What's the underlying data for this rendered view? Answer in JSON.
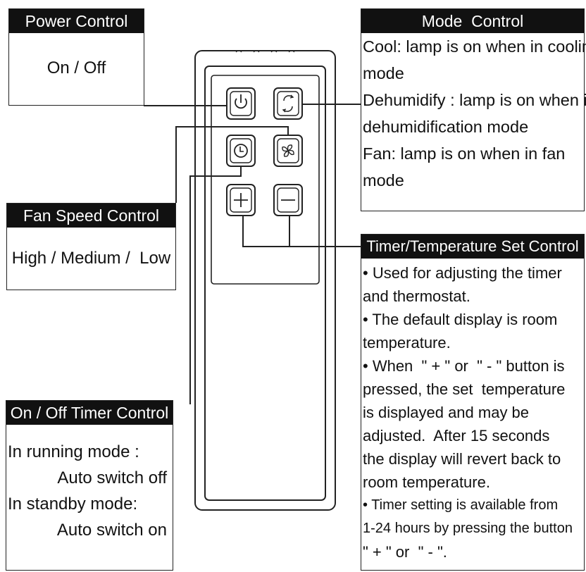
{
  "power": {
    "title": "Power Control",
    "desc": "On / Off"
  },
  "mode": {
    "title": "Mode  Control",
    "lines": [
      "Cool: lamp is on when in cooling",
      "mode",
      "Dehumidify : lamp is on when in",
      "dehumidification mode",
      "Fan:  lamp is on when in fan",
      "mode"
    ]
  },
  "fan_speed": {
    "title": "Fan Speed Control",
    "desc": "High / Medium /  Low"
  },
  "timer_control": {
    "title": "On / Off Timer Control",
    "lines": [
      "In running mode :",
      "Auto switch off",
      "In standby mode:",
      "Auto switch on"
    ]
  },
  "timer_temp": {
    "title": "Timer/Temperature Set Control",
    "lines": [
      "• Used for adjusting the timer",
      "and thermostat.",
      "• The default display is room",
      "temperature.",
      "• When  \" + \" or  \" - \" button is",
      "pressed, the set  temperature",
      "is displayed and may be",
      "adjusted.  After 15 seconds",
      "the display will revert back to",
      "room temperature.",
      "• Timer setting is available from",
      "1-24 hours by pressing the button",
      "\" + \" or  \" - \"."
    ]
  },
  "remote": {
    "buttons": [
      "power-icon",
      "mode-cycle-icon",
      "timer-clock-icon",
      "fan-icon",
      "plus-icon",
      "minus-icon"
    ]
  }
}
